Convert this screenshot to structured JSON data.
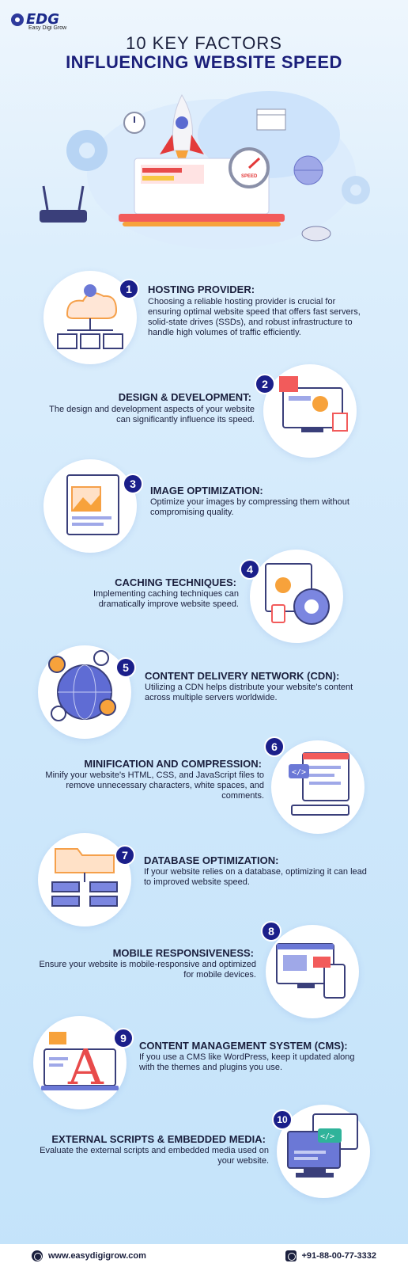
{
  "brand": {
    "mark": "EDG",
    "name": "Easy Digi Grow"
  },
  "title": {
    "line1": "10 KEY FACTORS",
    "line2": "INFLUENCING WEBSITE SPEED"
  },
  "hero": {
    "speed_label": "SPEED"
  },
  "factors": [
    {
      "num": "1",
      "title": "HOSTING PROVIDER:",
      "desc": "Choosing a reliable hosting provider is crucial for ensuring optimal website speed that offers fast servers, solid-state drives (SSDs), and robust infrastructure to handle high volumes of traffic efficiently.",
      "icon": "cloud-server-icon"
    },
    {
      "num": "2",
      "title": "DESIGN & DEVELOPMENT:",
      "desc": "The design and development aspects of your website can significantly influence its speed.",
      "icon": "design-monitor-icon"
    },
    {
      "num": "3",
      "title": "IMAGE OPTIMIZATION:",
      "desc": "Optimize your images by compressing them without compromising quality.",
      "icon": "image-editor-icon"
    },
    {
      "num": "4",
      "title": "CACHING TECHNIQUES:",
      "desc": "Implementing caching techniques can dramatically improve website speed.",
      "icon": "gear-browser-icon"
    },
    {
      "num": "5",
      "title": "CONTENT DELIVERY NETWORK (CDN):",
      "desc": "Utilizing a CDN helps distribute your website's content across multiple servers worldwide.",
      "icon": "globe-network-icon"
    },
    {
      "num": "6",
      "title": "MINIFICATION AND COMPRESSION:",
      "desc": "Minify your website's HTML, CSS, and JavaScript files to remove unnecessary characters, white spaces, and comments.",
      "icon": "code-laptop-icon"
    },
    {
      "num": "7",
      "title": "DATABASE OPTIMIZATION:",
      "desc": "If your website relies on a database, optimizing it can lead to improved website speed.",
      "icon": "database-folder-icon"
    },
    {
      "num": "8",
      "title": "MOBILE RESPONSIVENESS:",
      "desc": "Ensure your website is mobile-responsive and optimized for mobile devices.",
      "icon": "responsive-devices-icon"
    },
    {
      "num": "9",
      "title": "CONTENT MANAGEMENT SYSTEM (CMS):",
      "desc": "If you use a CMS like WordPress, keep it updated along with the themes and plugins you use.",
      "icon": "cms-typography-icon"
    },
    {
      "num": "10",
      "title": "EXTERNAL SCRIPTS & EMBEDDED MEDIA:",
      "desc": "Evaluate the external scripts and embedded media used on your website.",
      "icon": "code-monitor-icon"
    }
  ],
  "footer": {
    "website": "www.easydigigrow.com",
    "phone": "+91-88-00-77-3332"
  }
}
